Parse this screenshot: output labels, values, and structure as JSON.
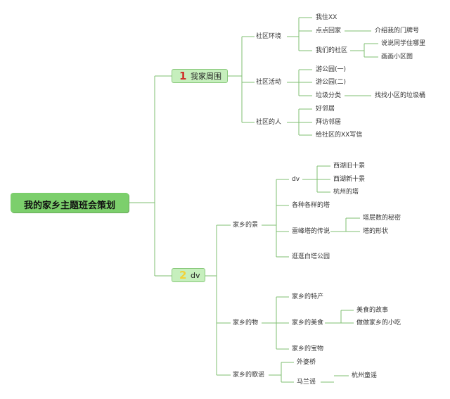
{
  "root": "我的家乡主题班会策划",
  "branch1": {
    "number": "1",
    "label": "我家周围",
    "groups": [
      {
        "label": "社区环境",
        "items": [
          "我住XX",
          "点点回家",
          "我们的社区"
        ],
        "item2_child": "介绍我的门牌号",
        "item3_children": [
          "说说同学住哪里",
          "画画小区图"
        ]
      },
      {
        "label": "社区活动",
        "items": [
          "游公园(一)",
          "游公园(二)",
          "垃圾分类"
        ],
        "item3_child": "找找小区的垃圾桶"
      },
      {
        "label": "社区的人",
        "items": [
          "好邻居",
          "拜访邻居",
          "给社区的XX写信"
        ]
      }
    ]
  },
  "branch2": {
    "number": "2",
    "label": "dv",
    "jing": {
      "label": "家乡的景",
      "dv": "dv",
      "dv_children": [
        "西湖旧十景",
        "西湖新十景",
        "杭州的塔"
      ],
      "tower": "各种各样的塔",
      "legend": "雷峰塔的传说",
      "legend_children": [
        "塔层数的秘密",
        "塔的形状"
      ],
      "park": "逛逛白塔公园"
    },
    "wu": {
      "label": "家乡的物",
      "specialty": "家乡的特产",
      "food": "家乡的美食",
      "food_children": [
        "美食的故事",
        "做做家乡的小吃"
      ],
      "treasure": "家乡的宝物"
    },
    "ge": {
      "label": "家乡的歌谣",
      "items": [
        "外婆桥",
        "马兰谣"
      ],
      "child": "杭州童谣"
    }
  }
}
